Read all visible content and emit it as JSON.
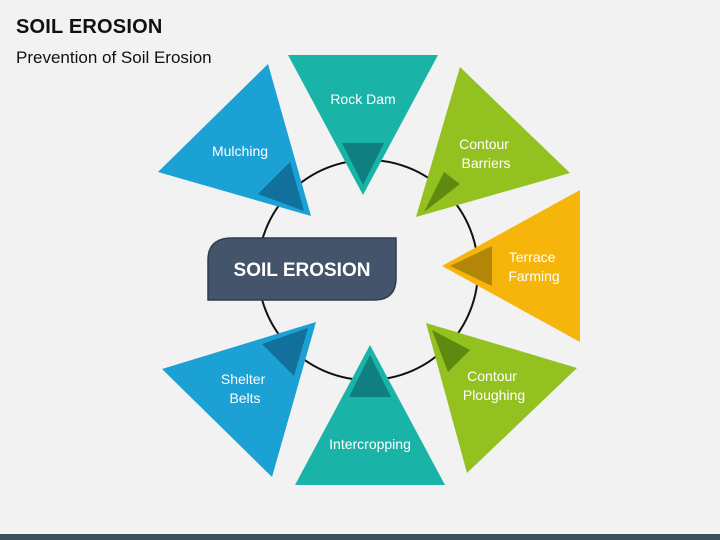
{
  "header": {
    "title": "SOIL EROSION",
    "subtitle": "Prevention of Soil Erosion"
  },
  "center": {
    "label": "SOIL EROSION"
  },
  "methods": [
    {
      "line1": "Rock Dam",
      "line2": ""
    },
    {
      "line1": "Contour",
      "line2": "Barriers"
    },
    {
      "line1": "Terrace",
      "line2": "Farming"
    },
    {
      "line1": "Contour",
      "line2": "Ploughing"
    },
    {
      "line1": "Intercropping",
      "line2": ""
    },
    {
      "line1": "Shelter",
      "line2": "Belts"
    },
    {
      "line1": "Mulching",
      "line2": ""
    }
  ],
  "colors": {
    "teal": "#19b3a8",
    "green": "#93c11f",
    "yellow": "#f5b50a",
    "blue": "#1ba1d4",
    "center_box": "#44546a"
  }
}
